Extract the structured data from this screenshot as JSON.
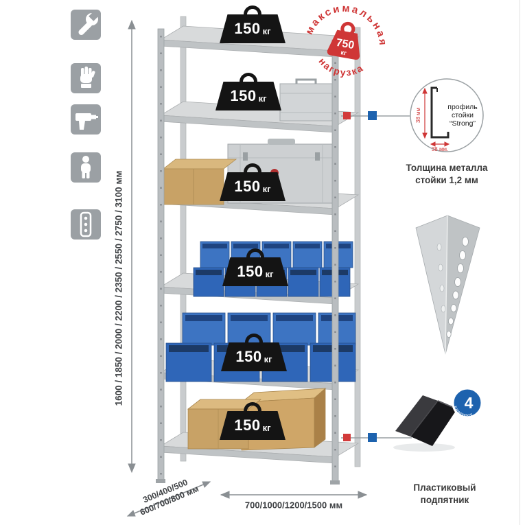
{
  "colors": {
    "accent_red": "#cf3636",
    "accent_blue": "#1d62ae",
    "icon_gray": "#9ba0a4",
    "bin_blue": "#2f66b8",
    "metal_light": "#d8dadb",
    "weight_black": "#141414"
  },
  "left_icons": [
    {
      "name": "wrench"
    },
    {
      "name": "gloves"
    },
    {
      "name": "drill"
    },
    {
      "name": "person"
    },
    {
      "name": "perforated-strip"
    }
  ],
  "dimensions": {
    "height_label": "1600 / 1850 / 2000 / 2200 / 2350 / 2550 / 2750 / 3100 мм",
    "depth_line1": "300/400/500",
    "depth_line2": "600/700/800 мм",
    "width_label": "700/1000/1200/1500 мм"
  },
  "shelves": [
    {
      "load": "150",
      "unit": "кг"
    },
    {
      "load": "150",
      "unit": "кг"
    },
    {
      "load": "150",
      "unit": "кг"
    },
    {
      "load": "150",
      "unit": "кг"
    },
    {
      "load": "150",
      "unit": "кг"
    },
    {
      "load": "150",
      "unit": "кг"
    }
  ],
  "max_load_stamp": {
    "arc_top": "максимальная",
    "arc_bottom": "нагрузка",
    "value": "750",
    "unit": "кг"
  },
  "profile_detail": {
    "label_line1": "профиль",
    "label_line2": "стойки",
    "label_line3": "“Strong”",
    "dim_vertical": "38 мм",
    "dim_horizontal": "38 мм.",
    "caption_line1": "Толщина металла",
    "caption_line2": "стойки 1,2 мм"
  },
  "foot_detail": {
    "badge_value": "4",
    "badge_text": "в комплекте",
    "caption_line1": "Пластиковый",
    "caption_line2": "подпятник"
  }
}
